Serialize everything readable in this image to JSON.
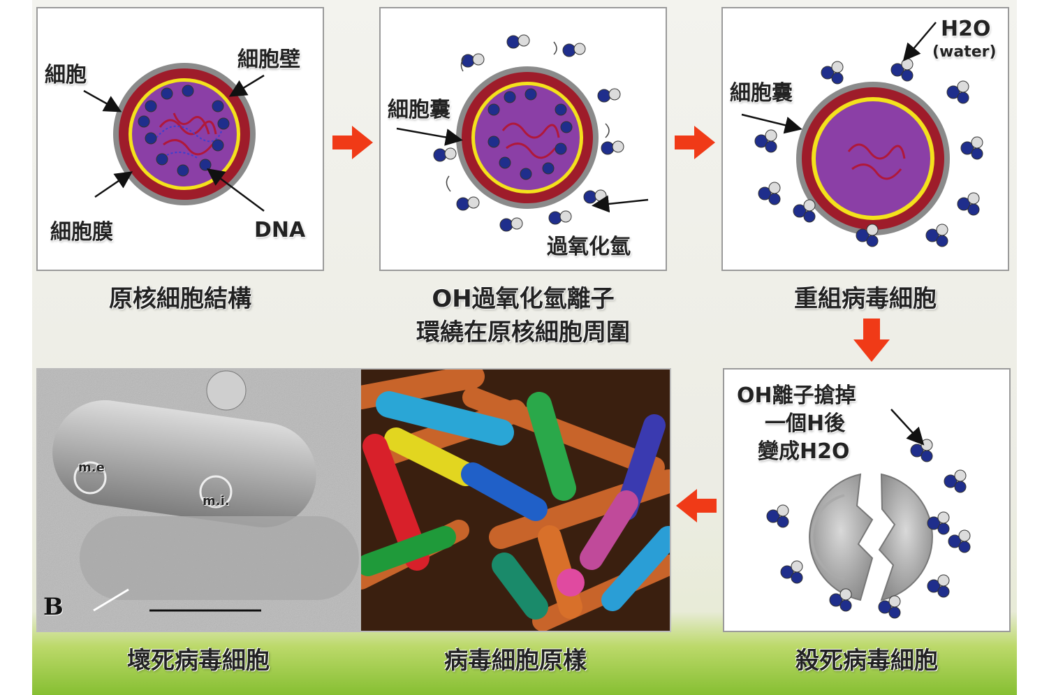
{
  "colors": {
    "arrow": "#f03a17",
    "cell_purple": "#8b3fa6",
    "cell_wall_gray": "#8a8a8a",
    "cell_dark_red": "#9e1c2a",
    "membrane_yellow": "#f4e21c",
    "molecule_blue": "#1f2e8c",
    "grass": "#86bf32"
  },
  "panels": {
    "p1": {
      "caption": "原核細胞結構",
      "label_cell": "細胞",
      "label_wall": "細胞壁",
      "label_membrane": "細胞膜",
      "label_dna": "DNA"
    },
    "p2": {
      "caption_line1": "OH過氧化氫離子",
      "caption_line2": "環繞在原核細胞周圍",
      "label_capsule": "細胞囊",
      "label_peroxide": "過氧化氫"
    },
    "p3": {
      "caption": "重組病毒細胞",
      "label_capsule": "細胞囊",
      "label_h2o": "H2O",
      "label_water": "(water)"
    },
    "p4": {
      "caption": "殺死病毒細胞",
      "text_line1": "OH離子搶掉",
      "text_line2": "一個H後",
      "text_line3": "變成H2O"
    },
    "p5": {
      "caption": "病毒細胞原樣"
    },
    "p6": {
      "caption": "壞死病毒細胞",
      "label_me": "m.e",
      "label_mi": "m.i.",
      "label_b": "B"
    }
  },
  "icons": [
    "right-arrow-icon",
    "down-arrow-icon",
    "left-arrow-icon"
  ]
}
